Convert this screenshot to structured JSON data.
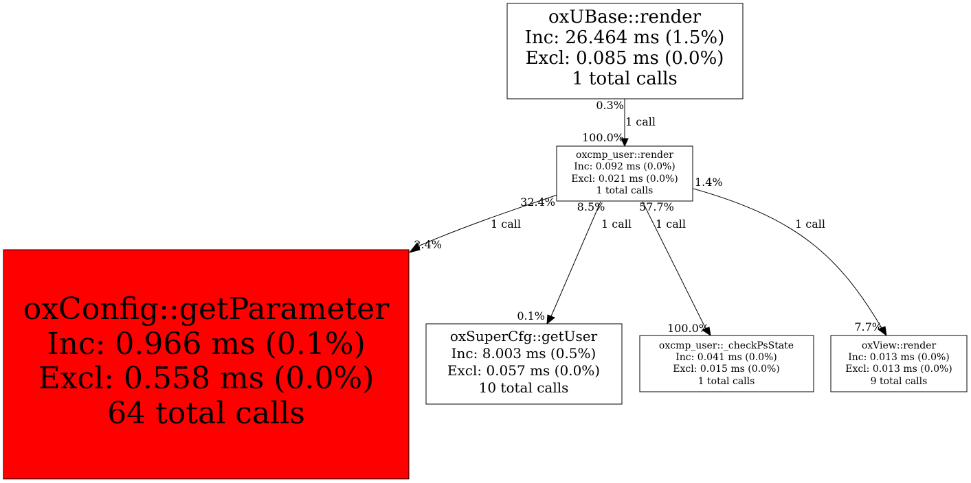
{
  "colors": {
    "hot_node": "#ff0000",
    "normal_node": "#ffffff",
    "line": "#000000"
  },
  "nodes": {
    "oxubase_render": {
      "name": "oxUBase::render",
      "inc": "Inc: 26.464 ms (1.5%)",
      "excl": "Excl: 0.085 ms (0.0%)",
      "calls": "1 total calls"
    },
    "oxcmp_user_render": {
      "name": "oxcmp_user::render",
      "inc": "Inc: 0.092 ms (0.0%)",
      "excl": "Excl: 0.021 ms (0.0%)",
      "calls": "1 total calls"
    },
    "oxconfig_getparameter": {
      "name": "oxConfig::getParameter",
      "inc": "Inc: 0.966 ms (0.1%)",
      "excl": "Excl: 0.558 ms (0.0%)",
      "calls": "64 total calls"
    },
    "oxsupercfg_getuser": {
      "name": "oxSuperCfg::getUser",
      "inc": "Inc: 8.003 ms (0.5%)",
      "excl": "Excl: 0.057 ms (0.0%)",
      "calls": "10 total calls"
    },
    "oxcmp_user_checkpsstate": {
      "name": "oxcmp_user::_checkPsState",
      "inc": "Inc: 0.041 ms (0.0%)",
      "excl": "Excl: 0.015 ms (0.0%)",
      "calls": "1 total calls"
    },
    "oxview_render": {
      "name": "oxView::render",
      "inc": "Inc: 0.013 ms (0.0%)",
      "excl": "Excl: 0.013 ms (0.0%)",
      "calls": "9 total calls"
    }
  },
  "edges": {
    "ubase_to_cmpuser": {
      "tail": "0.3%",
      "calls": "1 call",
      "head": "100.0%"
    },
    "cmpuser_to_getparameter": {
      "tail": "32.4%",
      "calls": "1 call",
      "head": "2.4%"
    },
    "cmpuser_to_getuser": {
      "tail": "8.5%",
      "calls": "1 call",
      "head": "0.1%"
    },
    "cmpuser_to_checkpsstate": {
      "tail": "57.7%",
      "calls": "1 call",
      "head": "100.0%"
    },
    "cmpuser_to_viewrender": {
      "tail": "1.4%",
      "calls": "1 call",
      "head": "7.7%"
    }
  }
}
